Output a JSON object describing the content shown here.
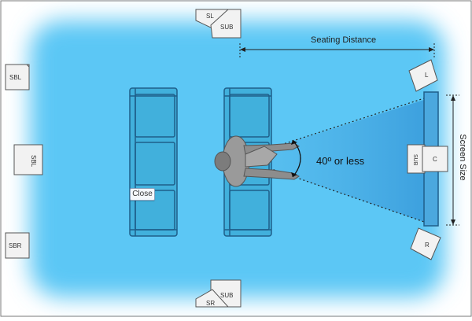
{
  "diagram": {
    "seating_distance_label": "Seating Distance",
    "screen_size_label": "Screen Size",
    "angle_label": "40º or less",
    "speakers": {
      "sl": "SL",
      "sub_top": "SUB",
      "sbl": "SBL",
      "sbl_right": "SBL",
      "sbr": "SBR",
      "l": "L",
      "c": "C",
      "sub_center": "SUB",
      "r": "R",
      "sr": "SR",
      "sub_bottom": "SUB"
    },
    "close_button": "Close"
  },
  "colors": {
    "glow": "#5cc7f5",
    "sofa_fill": "#41b0dc",
    "sofa_stroke": "#1f5f8a",
    "screen_fill": "#4ba8de",
    "speaker_fill": "#f2f2f2",
    "person_fill": "#8d8d8d"
  }
}
